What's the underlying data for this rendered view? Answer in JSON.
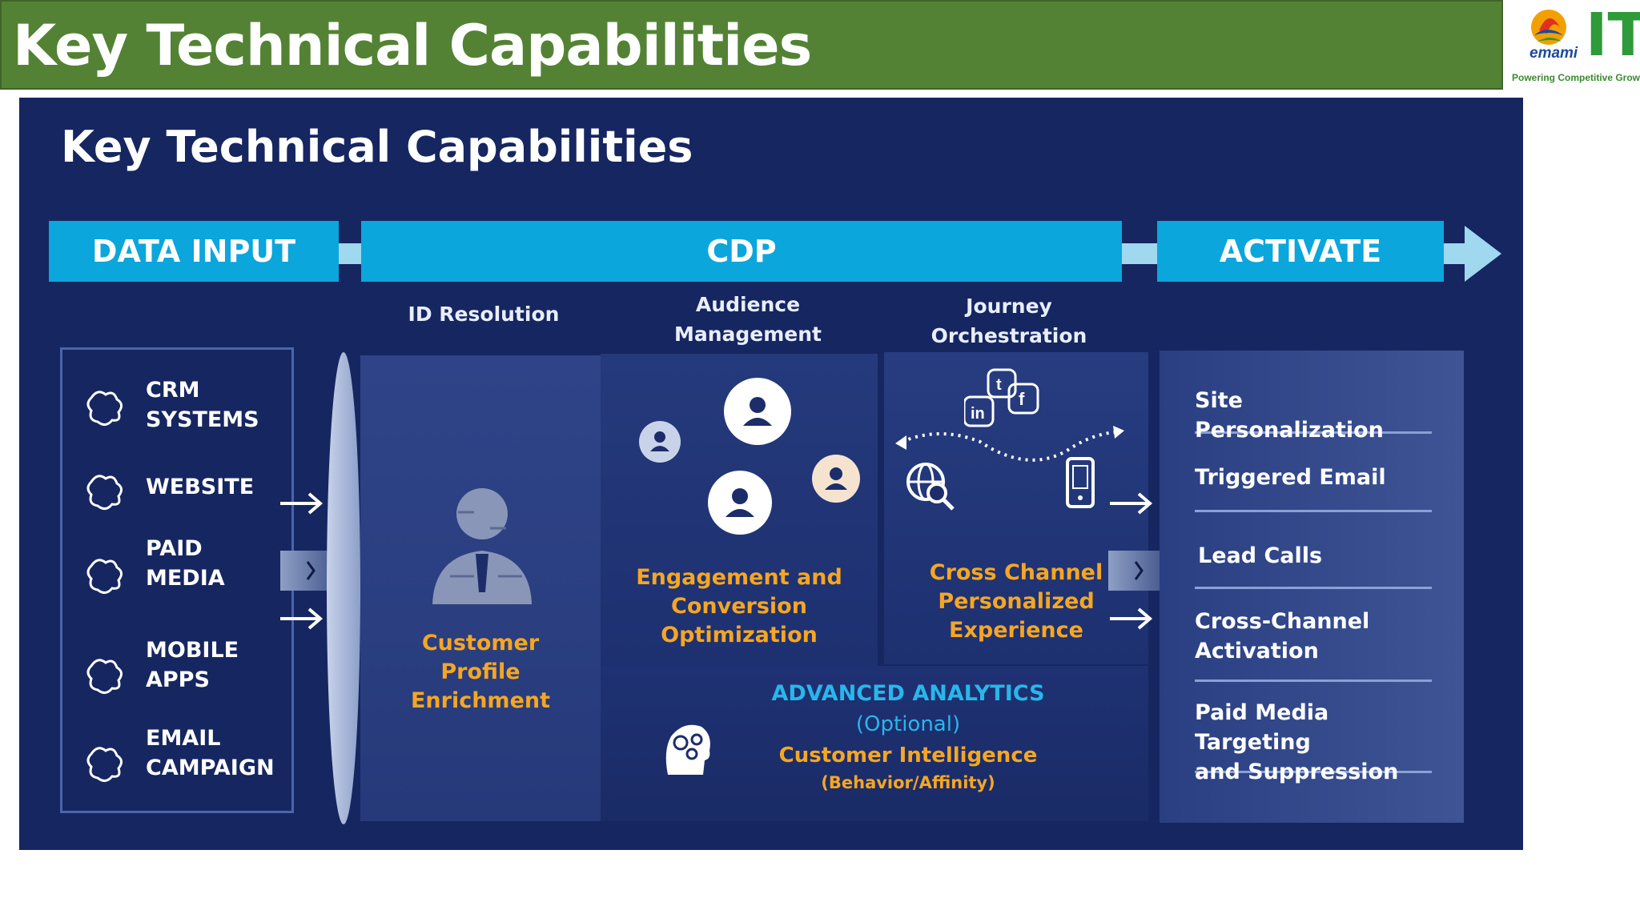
{
  "slide": {
    "title": "Key Technical Capabilities"
  },
  "logo": {
    "brand": "emami",
    "mark": "IT",
    "tagline": "Powering Competitive Growth"
  },
  "diagram": {
    "title": "Key Technical Capabilities",
    "stages": {
      "data_input": "DATA INPUT",
      "cdp": "CDP",
      "activate": "ACTIVATE"
    },
    "subheads": {
      "id_resolution": "ID Resolution",
      "audience_1": "Audience",
      "audience_2": "Management",
      "journey_1": "Journey",
      "journey_2": "Orchestration"
    },
    "sources": [
      {
        "line1": "CRM",
        "line2": "SYSTEMS"
      },
      {
        "line1": "WEBSITE",
        "line2": ""
      },
      {
        "line1": "PAID",
        "line2": "MEDIA"
      },
      {
        "line1": "MOBILE",
        "line2": "APPS"
      },
      {
        "line1": "EMAIL",
        "line2": "CAMPAIGN"
      }
    ],
    "profile": {
      "l1": "Customer",
      "l2": "Profile",
      "l3": "Enrichment"
    },
    "engagement": {
      "l1": "Engagement and",
      "l2": "Conversion",
      "l3": "Optimization"
    },
    "cross_channel": {
      "l1": "Cross Channel",
      "l2": "Personalized",
      "l3": "Experience"
    },
    "analytics": {
      "title": "ADVANCED ANALYTICS",
      "optional": "(Optional)",
      "intel": "Customer Intelligence",
      "sub": "(Behavior/Affinity)"
    },
    "activate_items": [
      {
        "l1": "Site Personalization",
        "l2": ""
      },
      {
        "l1": "Triggered Email",
        "l2": ""
      },
      {
        "l1": "Lead Calls",
        "l2": ""
      },
      {
        "l1": "Cross-Channel",
        "l2": "Activation"
      },
      {
        "l1": "Paid Media Targeting",
        "l2": "and Suppression"
      }
    ],
    "colors": {
      "panel": "#162660",
      "stage_bar": "#0ba6dc",
      "highlight": "#f5a623",
      "title_bar": "#548235"
    }
  }
}
